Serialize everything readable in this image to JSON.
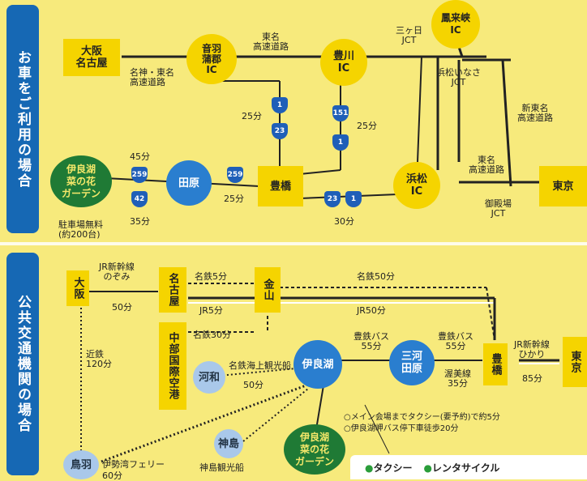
{
  "side_labels": {
    "car": "お車をご利用の場合",
    "public": "公共交通機関の場合"
  },
  "car": {
    "nodes": {
      "osaka_nagoya": "大阪\n名古屋",
      "otowa_ic": "音羽\n蒲郡\nIC",
      "toyokawa_ic": "豊川\nIC",
      "horaikyo_ic": "鳳来峡\nIC",
      "sanjoji_jct": "三ヶ日\nJCT",
      "hamamatsu_inasa_jct": "浜松いなさ\nJCT",
      "garden": "伊良湖\n菜の花\nガーデン",
      "tahara": "田原",
      "toyohashi": "豊橋",
      "hamamatsu_ic": "浜松\nIC",
      "tokyo": "東京",
      "gotenba_jct": "御殿場\nJCT"
    },
    "labels": {
      "meishin_tomei": "名神・東名\n高速道路",
      "tomei_top": "東名\n高速道路",
      "tomei_right": "新東名\n高速道路",
      "tomei_mid": "東名\n高速道路",
      "t25a": "25分",
      "t25b": "25分",
      "t25c": "25分",
      "t45": "45分",
      "t35": "35分",
      "t30": "30分",
      "parking": "駐車場無料\n(約200台)"
    },
    "routes": {
      "r1a": "1",
      "r23": "23",
      "r151": "151",
      "r1b": "1",
      "r259a": "259",
      "r42": "42",
      "r259b": "259",
      "r23b": "23",
      "r1c": "1"
    }
  },
  "public": {
    "nodes": {
      "osaka": "大阪",
      "nagoya": "名古屋",
      "kanayama": "金山",
      "chubu_airport": "中部国際空港",
      "kowa": "河和",
      "irago": "伊良湖",
      "mikawa_tahara": "三河\n田原",
      "toyohashi": "豊橋",
      "tokyo": "東京",
      "toba": "鳥羽",
      "kamishima": "神島",
      "garden": "伊良湖\n菜の花\nガーデン"
    },
    "labels": {
      "jr_nozomi": "JR新幹線\nのぞみ",
      "t50": "50分",
      "meitetsu5": "名鉄5分",
      "meitetsu50": "名鉄50分",
      "jr5": "JR5分",
      "jr50": "JR50分",
      "meitetsu30": "名鉄30分",
      "kintetsu": "近鉄\n120分",
      "meitetsu_ship": "名鉄海上観光船",
      "t50b": "50分",
      "toutetsu_bus55a": "豊鉄バス\n55分",
      "toutetsu_bus55b": "豊鉄バス\n55分",
      "atsumi_line": "渥美線\n35分",
      "jr_hikari": "JR新幹線\nひかり",
      "t85": "85分",
      "ferry": "伊勢湾フェリー",
      "ferry_time": "60分",
      "kamishima_ship": "神島観光船",
      "note1": "○メイン会場までタクシー(要予約)で約5分",
      "note2": "○伊良湖岬バス停下車徒歩20分"
    }
  },
  "legend": {
    "item1": "タクシー",
    "item2": "レンタサイクル"
  },
  "colors": {
    "background": "#f7ea7c",
    "station": "#f5d400",
    "accent_blue": "#1668b4",
    "garden_green": "#1f7a35"
  }
}
